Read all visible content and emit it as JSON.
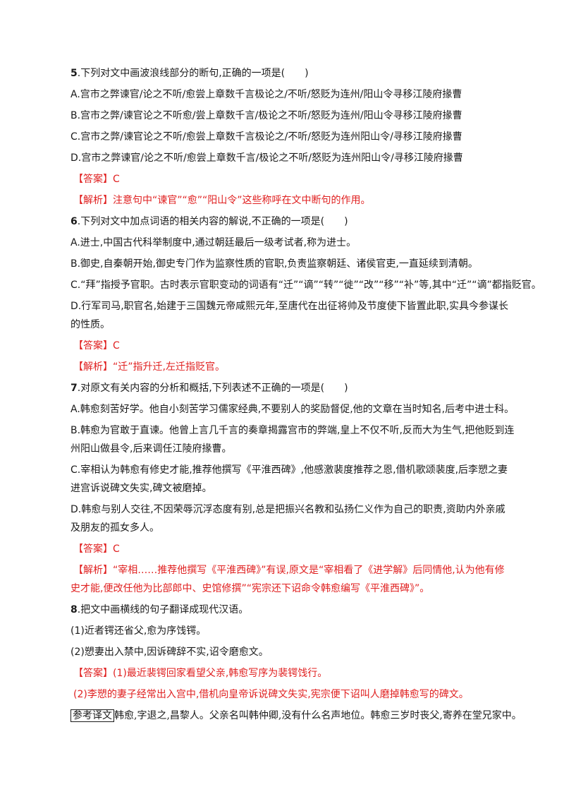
{
  "q5": {
    "num": "5",
    "stem": ".下列对文中画波浪线部分的断句,正确的一项是(　　)",
    "options": [
      "A.宫市之弊谏官/论之不听/愈尝上章数千言极论之/不听/怒贬为连州/阳山令寻移江陵府掾曹",
      "B.宫市之弊/谏官论之不听愈/尝上章数千言/极论之不听/怒贬为连州/阳山令寻移江陵府掾曹",
      "C.宫市之弊/谏官论之不听/愈尝上章数千言极论之/不听/怒贬为连州阳山令/寻移江陵府掾曹",
      "D.宫市之弊谏官/论之不听/愈尝上章数千言/极论之不听/怒贬为连州阳山令/寻移江陵府掾曹"
    ],
    "answer_label": "【答案】",
    "answer": "C",
    "expl_label": "【解析】",
    "expl": "注意句中“谏官”“愈”“阳山令”这些称呼在文中断句的作用。"
  },
  "q6": {
    "num": "6",
    "stem": ".下列对文中加点词语的相关内容的解说,不正确的一项是(　　)",
    "options": [
      "A.进士,中国古代科举制度中,通过朝廷最后一级考试者,称为进士。",
      "B.御史,自秦朝开始,御史专门作为监察性质的官职,负责监察朝廷、诸侯官吏,一直延续到清朝。",
      "C.“拜”指授予官职。古时表示官职变动的词语有“迁”“谪”“转”“徙”“改”“移”“补”等,其中“迁”“谪”都指贬官。",
      "D.行军司马,职官名,始建于三国魏元帝咸熙元年,至唐代在出征将帅及节度使下皆置此职,实具今参谋长",
      "的性质。"
    ],
    "answer_label": "【答案】",
    "answer": "C",
    "expl_label": "【解析】",
    "expl": "“迁”指升迁,左迁指贬官。"
  },
  "q7": {
    "num": "7",
    "stem": ".对原文有关内容的分析和概括,下列表述不正确的一项是(　　)",
    "options": [
      "A.韩愈刻苦好学。他自小刻苦学习儒家经典,不要别人的奖励督促,他的文章在当时知名,后考中进士科。",
      "B.韩愈为官敢于直谏。他曾上言几千言的奏章揭露宫市的弊端,皇上不仅不听,反而大为生气,把他贬到连",
      "州阳山做县令,后来调任江陵府掾曹。",
      "C.宰相认为韩愈有修史才能,推荐他撰写《平淮西碑》,他感激裴度推荐之恩,借机歌颂裴度,后李愬之妻",
      "进宫诉说碑文失实,碑文被磨掉。",
      "D.韩愈与别人交往,不因荣辱沉浮态度有别,总是把振兴名教和弘扬仁义作为自己的职责,资助内外亲戚",
      "及朋友的孤女多人。"
    ],
    "answer_label": "【答案】",
    "answer": "C",
    "expl_label": "【解析】",
    "expl_1": "“宰相……推荐他撰写《平淮西碑》”有误,原文是“宰相看了《进学解》后同情他,认为他有修",
    "expl_2": "史才能,便改任他为比部郎中、史馆修撰”“宪宗还下诏命令韩愈编写《平淮西碑》”。"
  },
  "q8": {
    "num": "8",
    "stem": ".把文中画横线的句子翻译成现代汉语。",
    "options": [
      "(1)近者锷还省父,愈为序饯锷。",
      "(2)愬妻出入禁中,因诉碑辞不实,诏令磨愈文。"
    ],
    "answer_label": "【答案】",
    "answer_1": "(1)最近裴锷回家看望父亲,韩愈写序为裴锷饯行。",
    "answer_2": "(2)李愬的妻子经常出入宫中,借机向皇帝诉说碑文失实,宪宗便下诏叫人磨掉韩愈写的碑文。"
  },
  "reference": {
    "label": "参考译文",
    "text": "韩愈,字退之,昌黎人。父亲名叫韩仲卿,没有什么名声地位。韩愈三岁时丧父,寄养在堂兄家中。"
  }
}
